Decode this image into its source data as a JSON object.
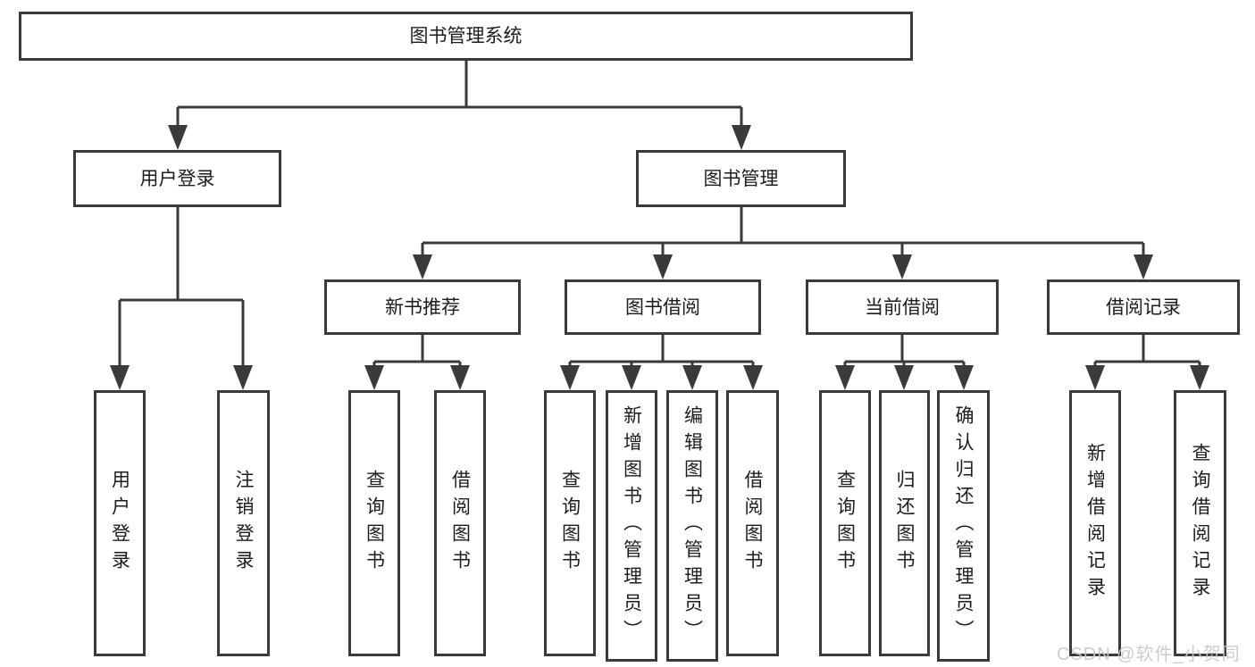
{
  "diagram": {
    "root": {
      "label": "图书管理系统"
    },
    "level2": [
      {
        "label": "用户登录",
        "children": [
          {
            "label": "用户登录"
          },
          {
            "label": "注销登录"
          }
        ]
      },
      {
        "label": "图书管理",
        "children": [
          {
            "label": "新书推荐",
            "children": [
              {
                "label": "查询图书"
              },
              {
                "label": "借阅图书"
              }
            ]
          },
          {
            "label": "图书借阅",
            "children": [
              {
                "label": "查询图书"
              },
              {
                "label": "新增图书（管理员）"
              },
              {
                "label": "编辑图书（管理员）"
              },
              {
                "label": "借阅图书"
              }
            ]
          },
          {
            "label": "当前借阅",
            "children": [
              {
                "label": "查询图书"
              },
              {
                "label": "归还图书"
              },
              {
                "label": "确认归还（管理员）"
              }
            ]
          },
          {
            "label": "借阅记录",
            "children": [
              {
                "label": "新增借阅记录"
              },
              {
                "label": "查询借阅记录"
              }
            ]
          }
        ]
      }
    ]
  },
  "watermark": {
    "text": "CSDN @软件_小贺同学"
  },
  "colors": {
    "line": "#3a3a3a",
    "box_border": "#3a3a3a",
    "box_fill": "#ffffff",
    "text": "#1c1c1c",
    "watermark": "#c8c8c8",
    "background": "#ffffff"
  }
}
